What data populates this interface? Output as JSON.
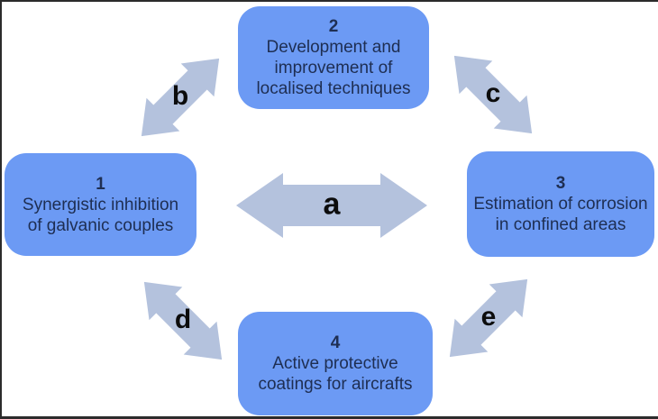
{
  "diagram": {
    "background": "#ffffff",
    "frame_border_color": "#2b2b2b",
    "box_fill_color": "#6c9af4",
    "box_text_color": "#1e2e52",
    "arrow_fill_color": "#b4c2dd",
    "arrow_label_color": "#0c0c0c",
    "boxes": [
      {
        "number": "1",
        "lines": [
          "Synergistic inhibition",
          "of galvanic couples"
        ],
        "position": "left"
      },
      {
        "number": "2",
        "lines": [
          "Development and",
          "improvement of",
          "localised techniques"
        ],
        "position": "top"
      },
      {
        "number": "3",
        "lines": [
          "Estimation of corrosion",
          "in confined areas"
        ],
        "position": "right"
      },
      {
        "number": "4",
        "lines": [
          "Active protective",
          "coatings for aircrafts"
        ],
        "position": "bottom"
      }
    ],
    "arrows": [
      {
        "label": "a",
        "connects": "box1-box3",
        "orientation": "horizontal",
        "style": "double-headed"
      },
      {
        "label": "b",
        "connects": "box1-box2",
        "orientation": "diagonal-up-right",
        "style": "double-headed"
      },
      {
        "label": "c",
        "connects": "box2-box3",
        "orientation": "diagonal-down-right",
        "style": "double-headed"
      },
      {
        "label": "d",
        "connects": "box1-box4",
        "orientation": "diagonal-down-right",
        "style": "double-headed"
      },
      {
        "label": "e",
        "connects": "box4-box3",
        "orientation": "diagonal-up-right",
        "style": "double-headed"
      }
    ]
  }
}
